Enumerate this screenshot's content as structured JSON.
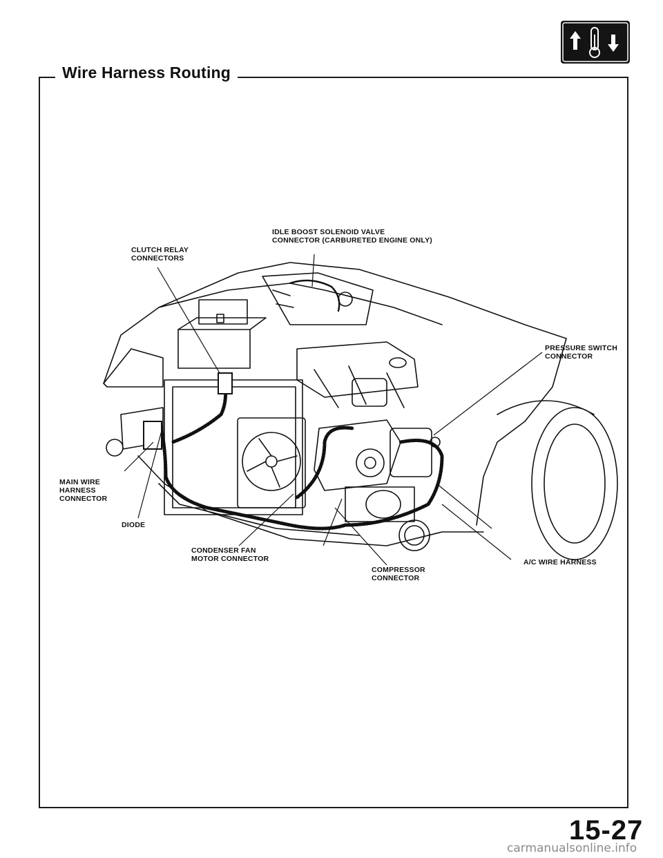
{
  "page": {
    "title": "Wire Harness Routing",
    "page_number": "15-27",
    "watermark": "carmanualsonline.info",
    "section_icon": "hvac-temperature-icon"
  },
  "labels": {
    "idle_boost": "IDLE BOOST SOLENOID VALVE\nCONNECTOR (Carbureted engine only)",
    "clutch_relay": "CLUTCH RELAY\nCONNECTORS",
    "pressure_switch": "PRESSURE SWITCH\nCONNECTOR",
    "main_wire": "MAIN WIRE\nHARNESS\nCONNECTOR",
    "diode": "DIODE",
    "condenser_fan": "CONDENSER FAN\nMOTOR CONNECTOR",
    "compressor": "COMPRESSOR\nCONNECTOR",
    "ac_wire": "A/C WIRE HARNESS"
  },
  "colors": {
    "ink": "#111111",
    "badge": "#141414",
    "watermark": "#8a8a8a"
  }
}
